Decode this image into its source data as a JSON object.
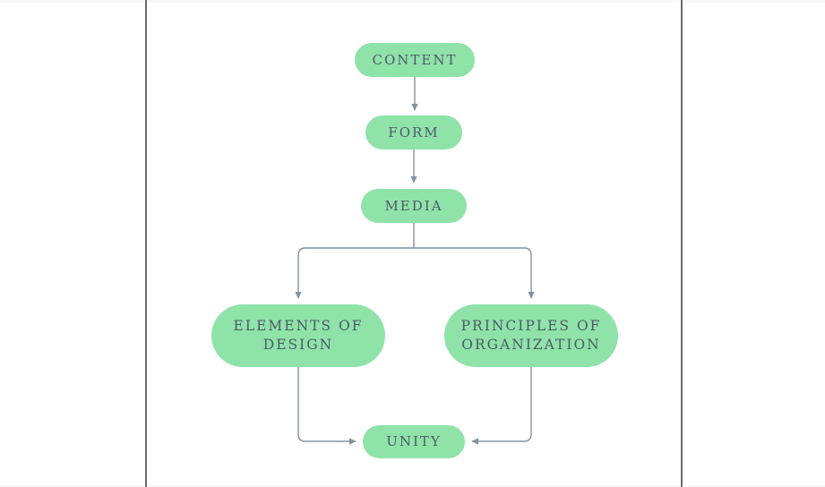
{
  "colors": {
    "node-fill": "#8fe3a9",
    "node-text": "#4e5a68",
    "connector": "#8492a0",
    "rule": "#6b6b6b",
    "canvas": "#ffffff",
    "edge-strip": "#f7f8f9"
  },
  "diagram": {
    "type": "flowchart",
    "nodes": {
      "content": {
        "label": "CONTENT"
      },
      "form": {
        "label": "FORM"
      },
      "media": {
        "label": "MEDIA"
      },
      "elements": {
        "label": "ELEMENTS OF DESIGN"
      },
      "principles": {
        "label": "PRINCIPLES OF ORGANIZATION"
      },
      "unity": {
        "label": "UNITY"
      }
    },
    "edges": [
      {
        "from": "content",
        "to": "form"
      },
      {
        "from": "form",
        "to": "media"
      },
      {
        "from": "media",
        "to": "elements"
      },
      {
        "from": "media",
        "to": "principles"
      },
      {
        "from": "elements",
        "to": "unity"
      },
      {
        "from": "principles",
        "to": "unity"
      }
    ]
  }
}
